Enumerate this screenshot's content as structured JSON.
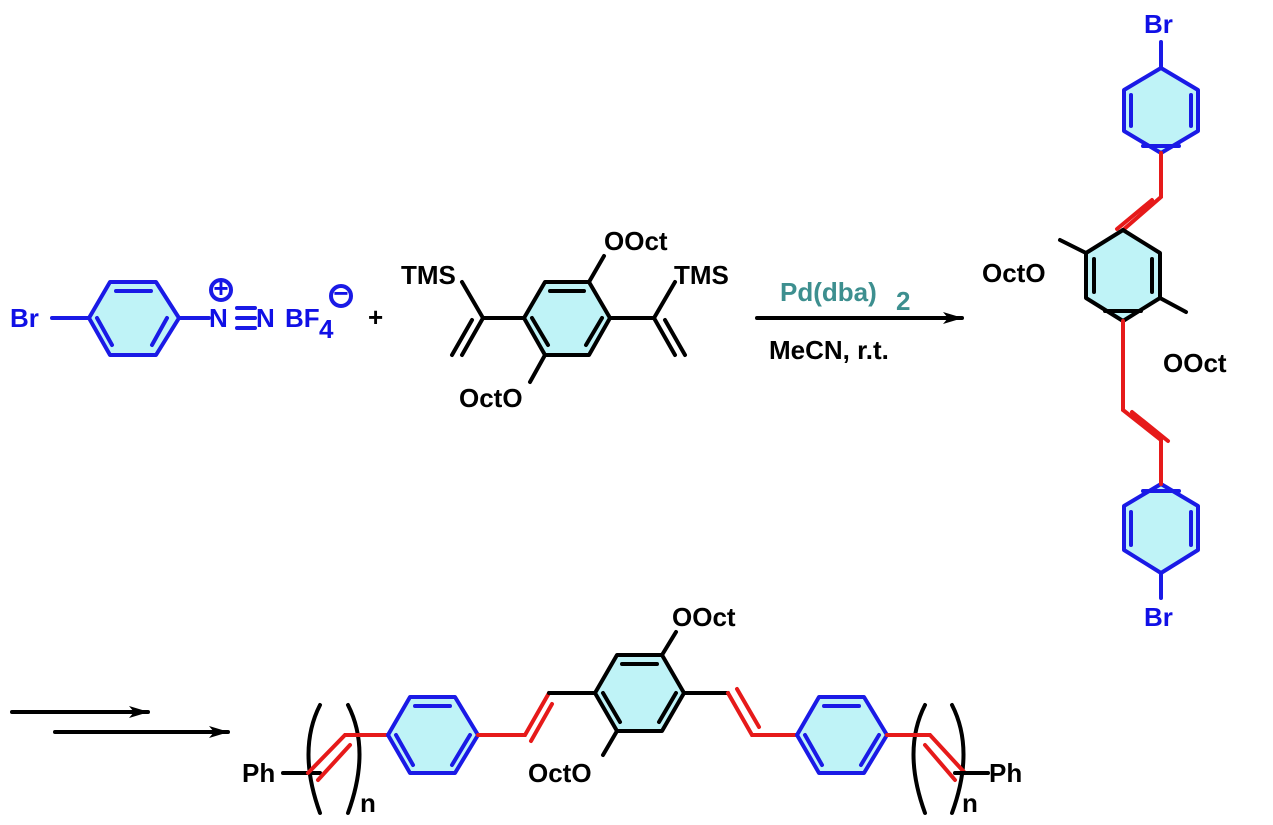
{
  "colors": {
    "bond": "#000000",
    "aryl": "#1a1ae6",
    "vinylene": "#e61a1a",
    "ring_highlight": "#bff3f7",
    "catalyst_text": "#3d8f8f"
  },
  "reagent1": {
    "br": "Br",
    "n_plus": "N",
    "n_eq": "N",
    "bf": "BF",
    "sub4": "4",
    "plus_charge": "+",
    "minus_charge": "−"
  },
  "plus_sign": "+",
  "reagent2": {
    "tms_left": "TMS",
    "tms_right": "TMS",
    "oct_top": "OOct",
    "oct_bottom": "OctO"
  },
  "conditions": {
    "catalyst": "Pd(dba)",
    "catalyst_sub": "2",
    "solvent": "MeCN, r.t."
  },
  "product": {
    "br_top": "Br",
    "br_bottom": "Br",
    "oct_left": "OctO",
    "oct_right": "OOct"
  },
  "polymer": {
    "ph_left": "Ph",
    "ph_right": "Ph",
    "n_left": "n",
    "n_right": "n",
    "oct_top": "OOct",
    "oct_bottom": "OctO"
  }
}
